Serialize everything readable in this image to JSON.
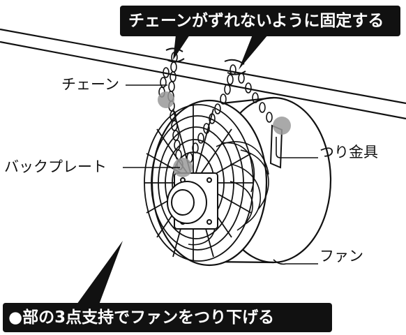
{
  "banners": {
    "top": "チェーンがずれないように固定する",
    "bottom": "●部の3点支持でファンをつり下げる"
  },
  "labels": {
    "chain": "チェーン",
    "back_plate": "バックプレート",
    "hanging_bracket": "つり金具",
    "fan": "ファン"
  },
  "colors": {
    "banner_bg": "#111111",
    "banner_text": "#ffffff",
    "support_marker": "#9a9a9a",
    "line": "#111111"
  }
}
